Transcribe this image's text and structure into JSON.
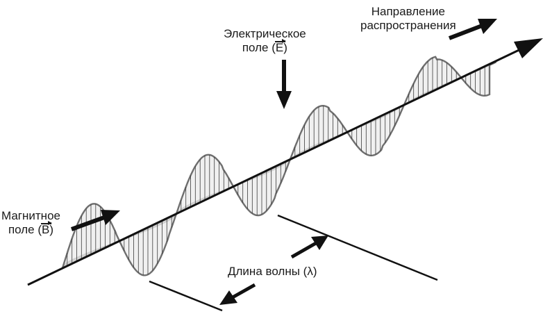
{
  "labels": {
    "electric": {
      "line1": "Электрическое",
      "line2_prefix": "поле (",
      "symbol": "E",
      "line2_suffix": ")"
    },
    "magnetic": {
      "line1": "Магнитное",
      "line2_prefix": "поле (",
      "symbol": "B",
      "line2_suffix": ")"
    },
    "direction": {
      "line1": "Направление",
      "line2": "распространения"
    },
    "wavelength": {
      "text": "Длина волны (λ)"
    }
  },
  "colors": {
    "axis": "#111111",
    "wave_outline": "#6e6e6e",
    "electric_fill": "#ececec",
    "magnetic_fill": "#bdbdbd",
    "hatch": "#3a3a3a",
    "arrow": "#111111"
  }
}
